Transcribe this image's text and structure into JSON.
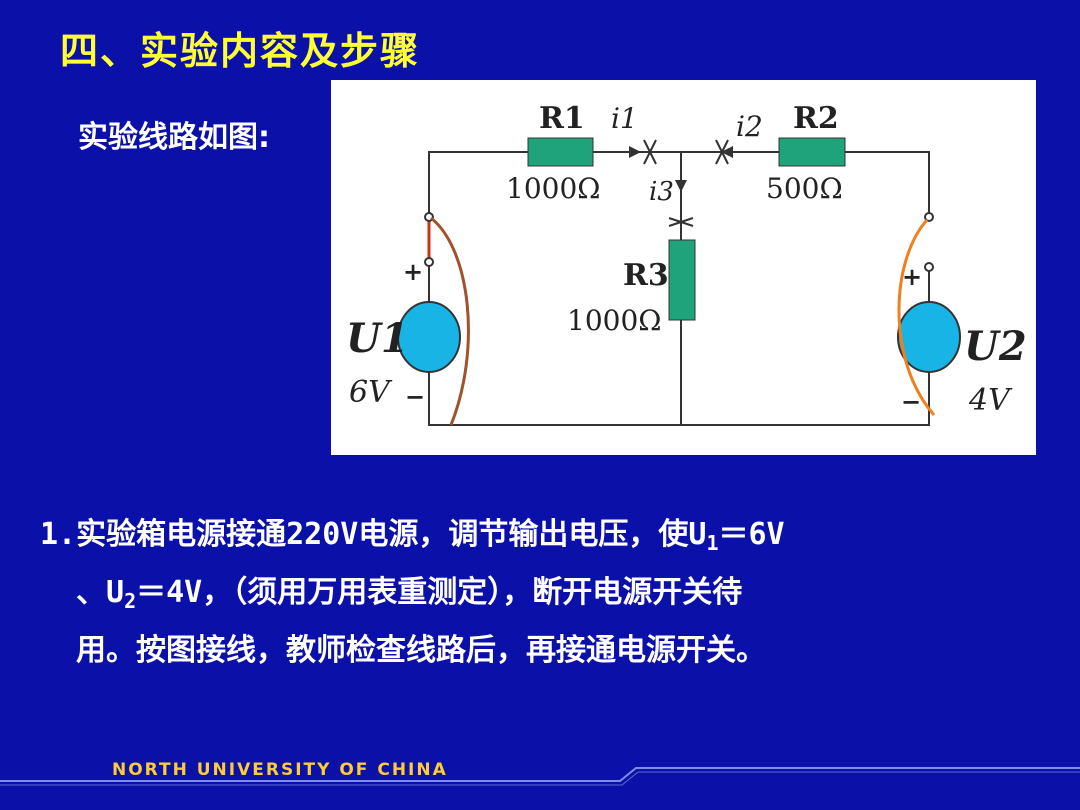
{
  "slide": {
    "title": "四、实验内容及步骤",
    "intro": "实验线路如图:",
    "step": {
      "number": "1.",
      "line1_a": "实验箱电源接通220V电源，调节输出电压，使U",
      "line1_sub": "1",
      "line1_b": "＝6V",
      "line2_a": "、U",
      "line2_sub": "2",
      "line2_b": "＝4V，（须用万用表重测定），断开电源开关待",
      "line3": "用。按图接线，教师检查线路后，再接通电源开关。"
    },
    "footer": "NORTH UNIVERSITY OF CHINA"
  },
  "circuit": {
    "r1_label": "R1",
    "r1_value": "1000Ω",
    "r2_label": "R2",
    "r2_value": "500Ω",
    "r3_label": "R3",
    "r3_value": "1000Ω",
    "i1": "i1",
    "i2": "i2",
    "i3": "i3",
    "u1_label": "U1",
    "u1_value": "6V",
    "u2_label": "U2",
    "u2_value": "4V",
    "plus": "+",
    "minus": "−",
    "colors": {
      "resistor": "#1fa37a",
      "source": "#19b4e6",
      "wire": "#333333"
    }
  }
}
